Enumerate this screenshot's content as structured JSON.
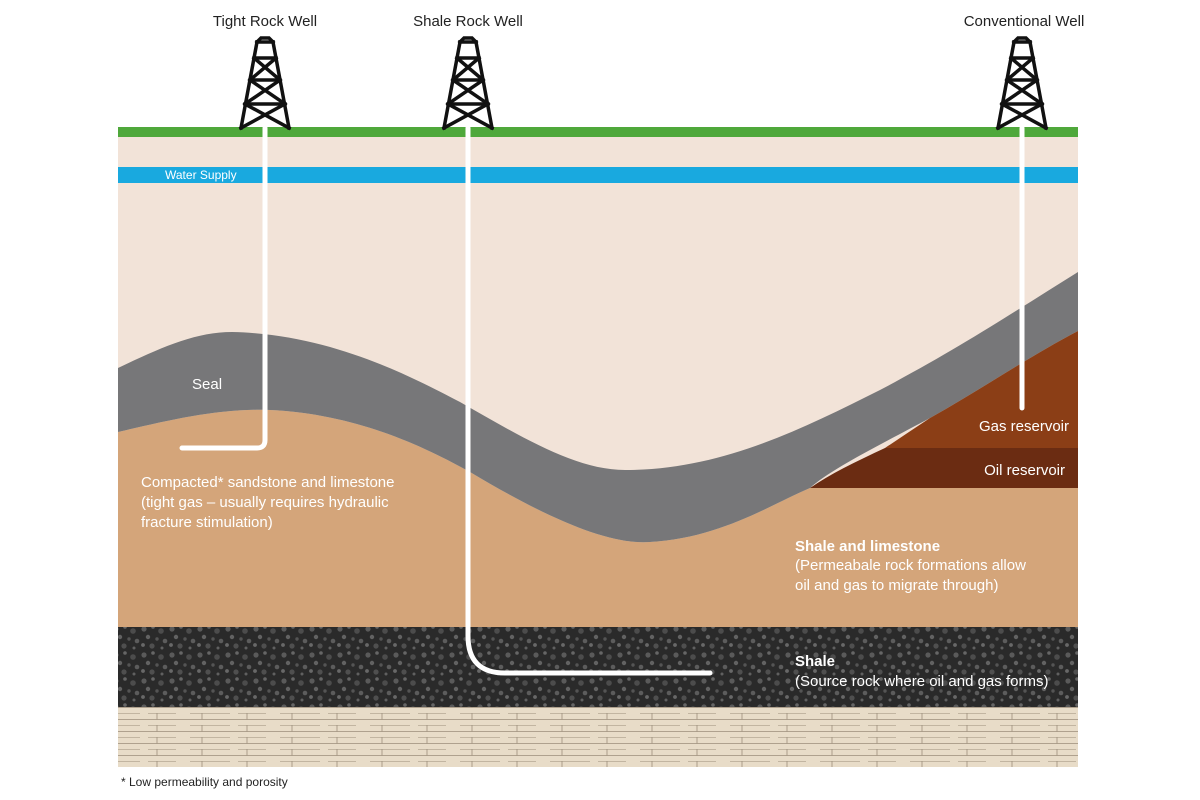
{
  "wells": {
    "tight": "Tight Rock Well",
    "shale": "Shale Rock Well",
    "conventional": "Conventional Well"
  },
  "layers": {
    "water_supply": "Water Supply",
    "seal": "Seal",
    "compacted": [
      "Compacted* sandstone and limestone",
      "(tight gas – usually requires hydraulic",
      "fracture stimulation)"
    ],
    "gas_reservoir": "Gas reservoir",
    "oil_reservoir": "Oil reservoir",
    "shale_limestone_title": "Shale and limestone",
    "shale_limestone_desc": [
      "(Permeabale rock formations allow",
      "oil and gas to migrate through)"
    ],
    "shale_title": "Shale",
    "shale_desc": "(Source rock where oil and gas forms)"
  },
  "footnote": "* Low permeability and porosity",
  "colors": {
    "ground": "#4fa83b",
    "soil": "#f2e3d8",
    "water": "#19a9df",
    "seal": "#777779",
    "sandstone": "#d4a57a",
    "gas": "#8b3e16",
    "oil": "#6b2c12",
    "shale": "#2a2a2a",
    "bedrock": "#e8dcc8"
  }
}
